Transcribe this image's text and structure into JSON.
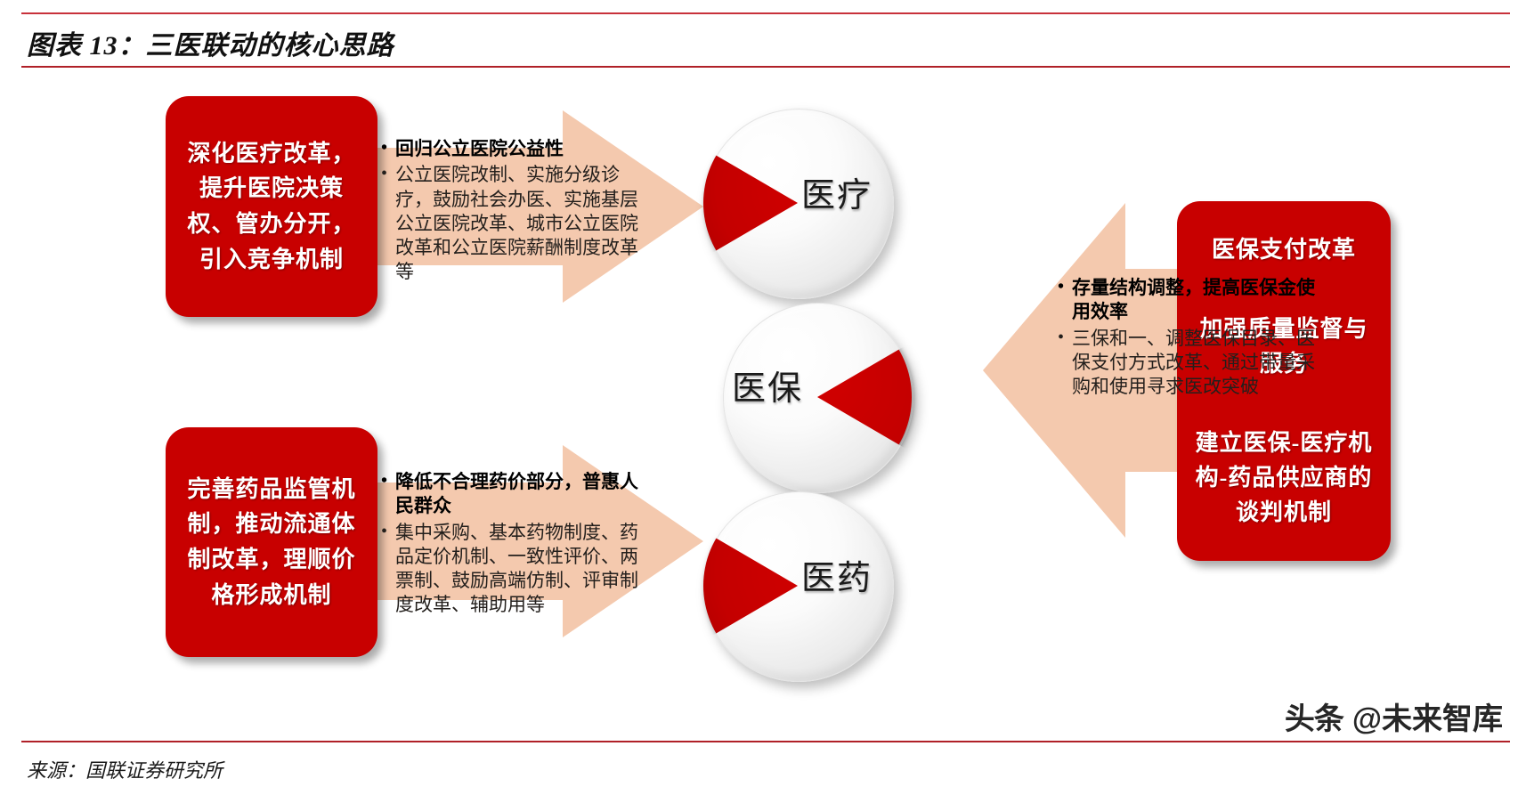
{
  "header": {
    "title": "图表 13：三医联动的核心思路"
  },
  "footer": {
    "source": "来源：国联证券研究所",
    "watermark_logo": "头条",
    "watermark_text": "@未来智库"
  },
  "colors": {
    "red_box": "#c80000",
    "arrow_peach": "#f4c9ae",
    "rule_red": "#b02028",
    "wedge_red": "#c40000"
  },
  "boxes": {
    "medical_reform": "深化医疗改革，提升医院决策权、管办分开，引入竞争机制",
    "drug_reform": "完善药品监管机制，推动流通体制改革，理顺价格形成机制",
    "insurance_reform": [
      "医保支付改革",
      "加强质量监督与服务",
      "建立医保-医疗机构-药品供应商的谈判机制"
    ]
  },
  "bullets": {
    "medical": {
      "lead": "回归公立医院公益性",
      "detail": "公立医院改制、实施分级诊疗，鼓励社会办医、实施基层公立医院改革、城市公立医院改革和公立医院薪酬制度改革等"
    },
    "drug": {
      "lead": "降低不合理药价部分，普惠人民群众",
      "detail": "集中采购、基本药物制度、药品定价机制、一致性评价、两票制、鼓励高端仿制、评审制度改革、辅助用等"
    },
    "insurance": {
      "lead": "存量结构调整，提高医保金使用效率",
      "detail": "三保和一、调整医保目录、医保支付方式改革、通过带量采购和使用寻求医改突破"
    }
  },
  "spheres": [
    {
      "id": "medical",
      "label": "医疗"
    },
    {
      "id": "insure",
      "label": "医保"
    },
    {
      "id": "drug",
      "label": "医药"
    }
  ]
}
